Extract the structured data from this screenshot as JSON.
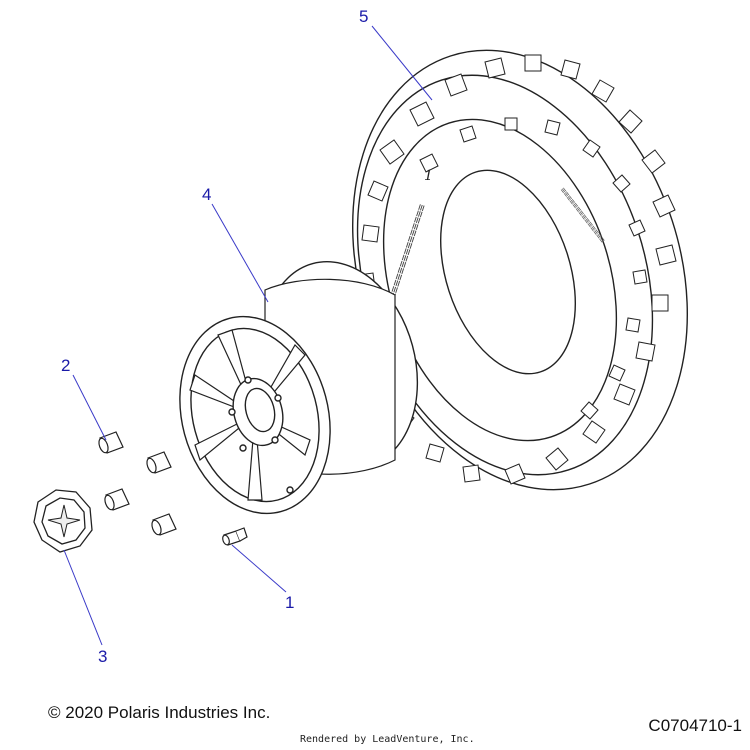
{
  "callouts": {
    "valve_stem": "1",
    "lug_nut": "2",
    "center_cap": "3",
    "wheel": "4",
    "tire": "5"
  },
  "tire_sidewall_marking": "1",
  "footer": {
    "copyright": "© 2020 Polaris Industries Inc.",
    "diagram_code": "C0704710-1",
    "rendered_by": "Rendered by LeadVenture, Inc."
  },
  "colors": {
    "line": "#222222",
    "callout": "#1a1aa8",
    "leader": "#3a3ac8"
  }
}
